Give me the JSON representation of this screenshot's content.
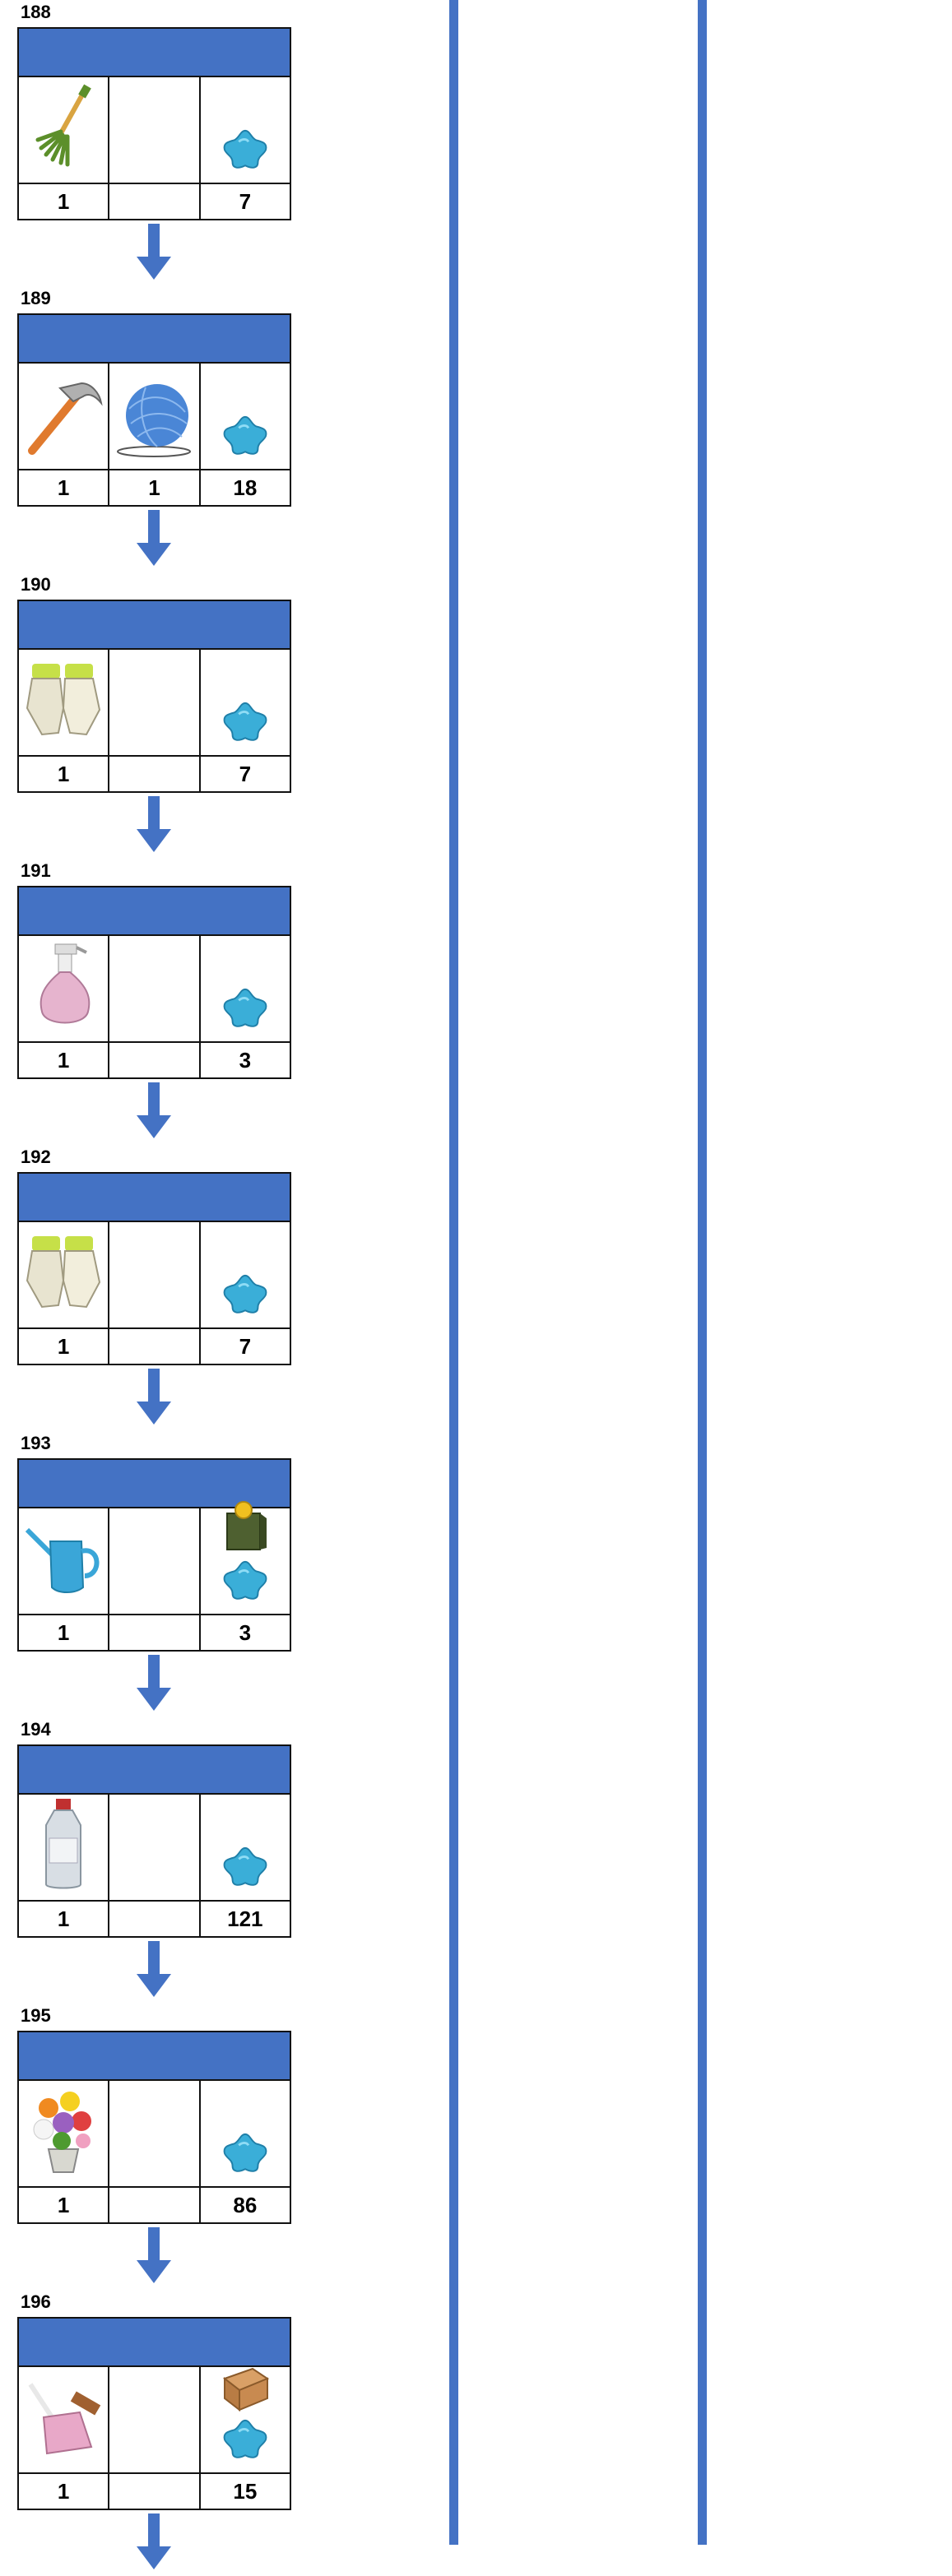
{
  "accent_color": "#4472C4",
  "steps": [
    {
      "number": "188",
      "cells": [
        {
          "icons": [
            "rake-icon"
          ],
          "value": "1"
        },
        {
          "icons": [],
          "value": ""
        },
        {
          "icons": [
            "blue-star-icon"
          ],
          "value": "7"
        }
      ]
    },
    {
      "number": "189",
      "cells": [
        {
          "icons": [
            "hammer-icon"
          ],
          "value": "1"
        },
        {
          "icons": [
            "yarn-ball-icon"
          ],
          "value": "1"
        },
        {
          "icons": [
            "blue-star-icon"
          ],
          "value": "18"
        }
      ]
    },
    {
      "number": "190",
      "cells": [
        {
          "icons": [
            "gloves-icon"
          ],
          "value": "1"
        },
        {
          "icons": [],
          "value": ""
        },
        {
          "icons": [
            "blue-star-icon"
          ],
          "value": "7"
        }
      ]
    },
    {
      "number": "191",
      "cells": [
        {
          "icons": [
            "spray-bottle-icon"
          ],
          "value": "1"
        },
        {
          "icons": [],
          "value": ""
        },
        {
          "icons": [
            "blue-star-icon"
          ],
          "value": "3"
        }
      ]
    },
    {
      "number": "192",
      "cells": [
        {
          "icons": [
            "gloves-icon"
          ],
          "value": "1"
        },
        {
          "icons": [],
          "value": ""
        },
        {
          "icons": [
            "blue-star-icon"
          ],
          "value": "7"
        }
      ]
    },
    {
      "number": "193",
      "cells": [
        {
          "icons": [
            "watering-can-icon"
          ],
          "value": "1"
        },
        {
          "icons": [],
          "value": ""
        },
        {
          "icons": [
            "coin-box-icon",
            "blue-star-icon"
          ],
          "value": "3"
        }
      ]
    },
    {
      "number": "194",
      "cells": [
        {
          "icons": [
            "cleaner-bottle-icon"
          ],
          "value": "1"
        },
        {
          "icons": [],
          "value": ""
        },
        {
          "icons": [
            "blue-star-icon"
          ],
          "value": "121"
        }
      ]
    },
    {
      "number": "195",
      "cells": [
        {
          "icons": [
            "flower-bouquet-icon"
          ],
          "value": "1"
        },
        {
          "icons": [],
          "value": ""
        },
        {
          "icons": [
            "blue-star-icon"
          ],
          "value": "86"
        }
      ]
    },
    {
      "number": "196",
      "cells": [
        {
          "icons": [
            "dustpan-brush-icon"
          ],
          "value": "1"
        },
        {
          "icons": [],
          "value": ""
        },
        {
          "icons": [
            "wooden-crate-icon",
            "blue-star-icon"
          ],
          "value": "15"
        }
      ]
    }
  ]
}
